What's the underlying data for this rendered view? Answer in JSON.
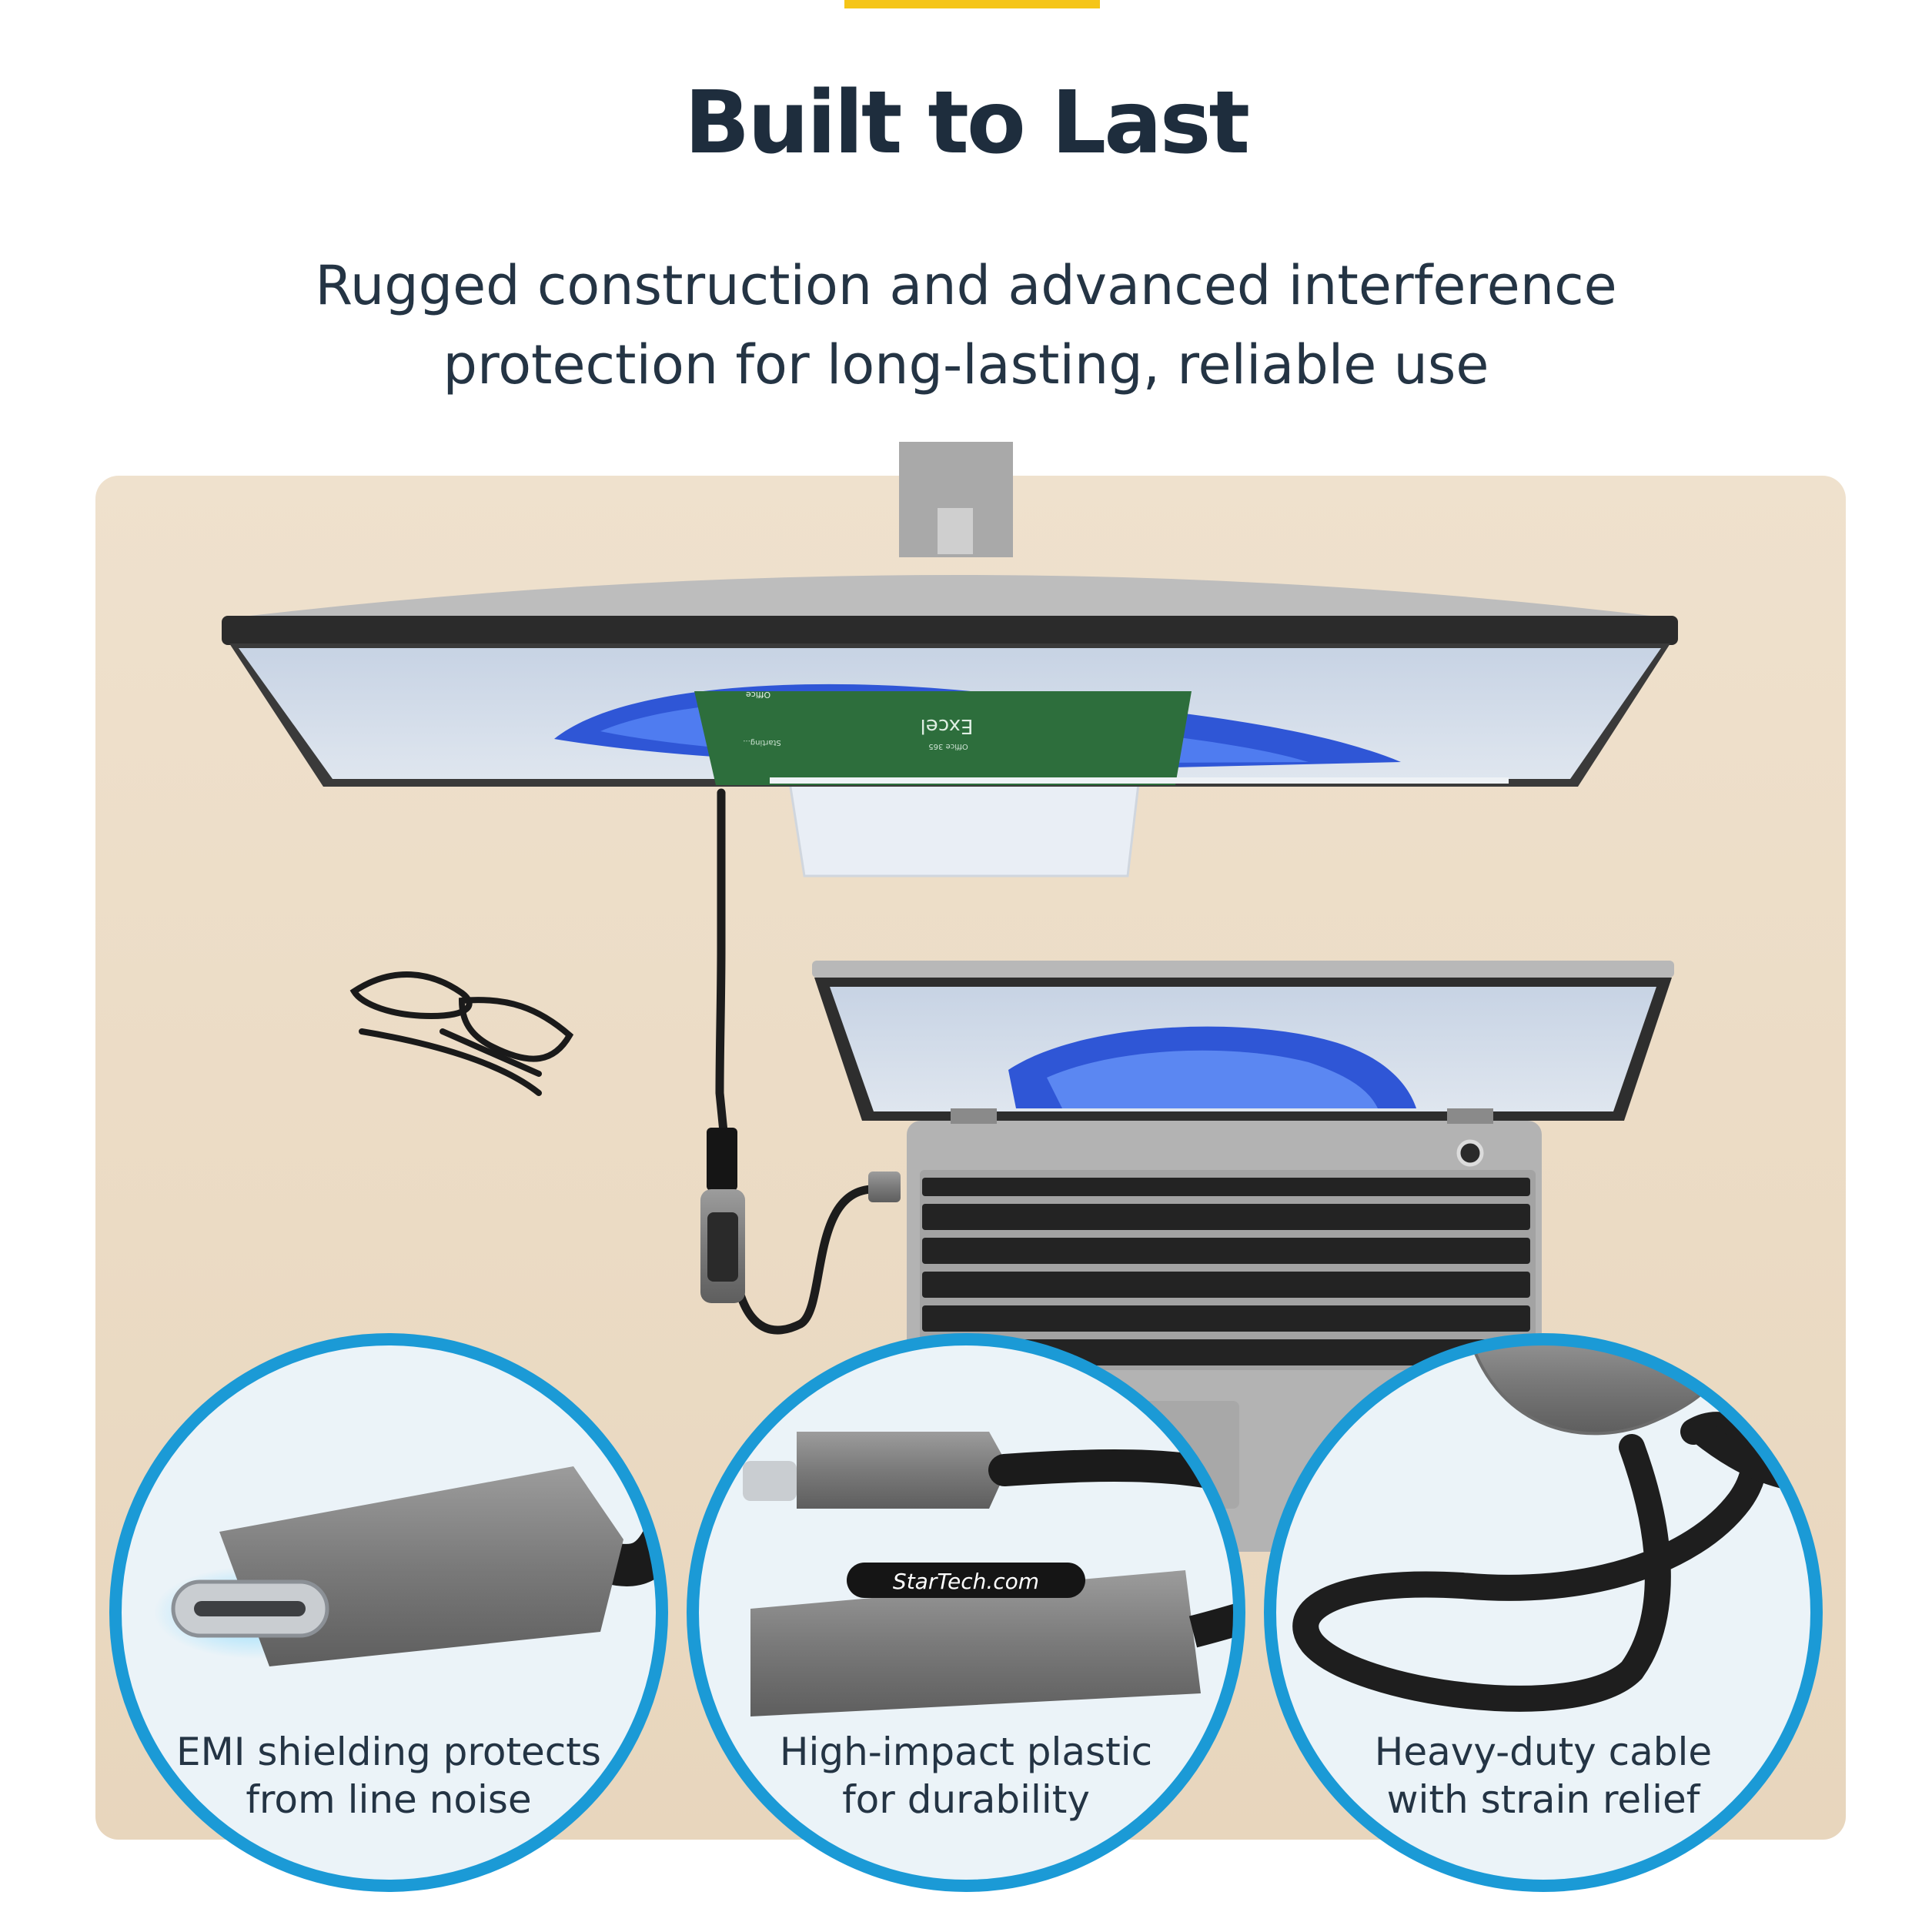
{
  "header": {
    "title": "Built to Last",
    "subtitle_line1": "Rugged construction and advanced interference",
    "subtitle_line2": "protection for long-lasting, reliable use"
  },
  "colors": {
    "accent": "#f5c518",
    "desk": "#ecdcc6",
    "ring": "#1b9ad6",
    "heading": "#1e2d3d"
  },
  "monitor": {
    "app_title": "Excel",
    "app_subtitle": "Office 365",
    "app_brand": "Office",
    "app_status": "Starting..."
  },
  "adapter": {
    "brand": "StarTech.com"
  },
  "callouts": [
    {
      "line1": "EMI shielding protects",
      "line2": "from line noise"
    },
    {
      "line1": "High-impact plastic",
      "line2": "for durability"
    },
    {
      "line1": "Heavy-duty cable",
      "line2": "with strain relief"
    }
  ]
}
